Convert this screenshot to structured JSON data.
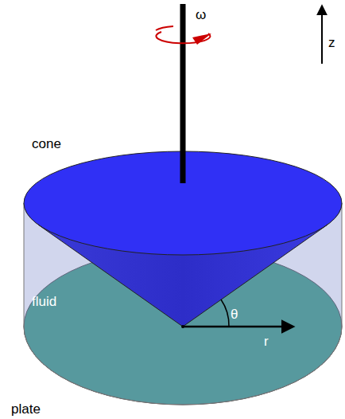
{
  "diagram": {
    "labels": [
      "ω",
      "z",
      "cone",
      "fluid",
      "θ",
      "r",
      "plate"
    ]
  }
}
